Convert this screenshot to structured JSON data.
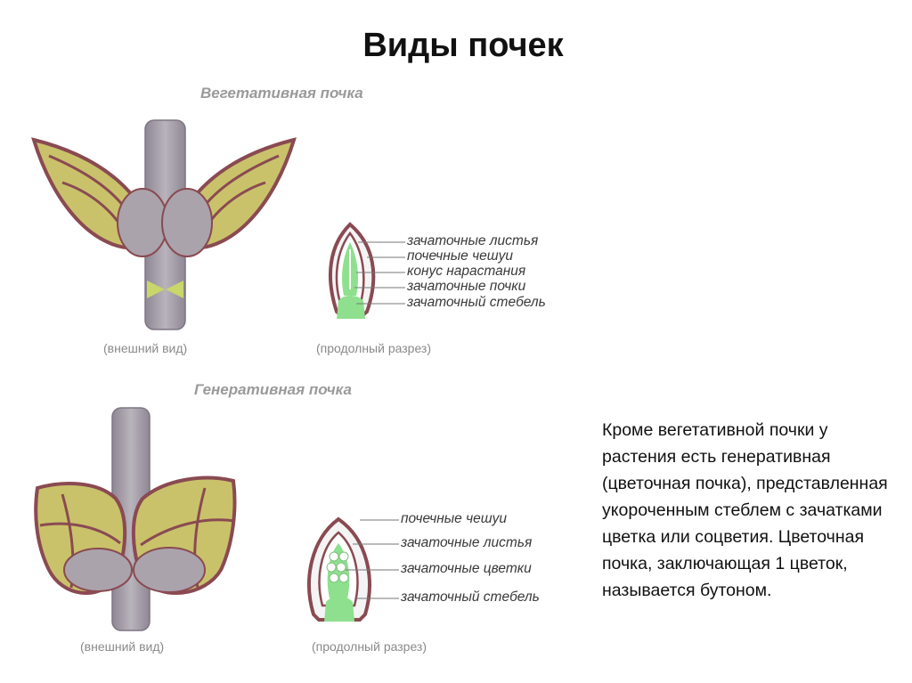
{
  "title": "Виды почек",
  "vegetative": {
    "heading": "Вегетативная почка",
    "caption_outside": "(внешний вид)",
    "caption_section": "(продолный разрез)",
    "labels": [
      "зачаточные листья",
      "почечные чешуи",
      "конус нарастания",
      "зачаточные почки",
      "зачаточный стебель"
    ]
  },
  "generative": {
    "heading": "Генеративная почка",
    "caption_outside": "(внешний вид)",
    "caption_section": "(продолный разрез)",
    "labels": [
      "почечные чешуи",
      "зачаточные листья",
      "зачаточные цветки",
      "зачаточный стебель"
    ]
  },
  "description": "Кроме вегетативной почки у растения есть генеративная (цветочная почка), представленная укороченным стеблем с зачатками цветка или соцветия. Цветочная почка, заключающая 1 цветок, называется бутоном.",
  "colors": {
    "stem": "#aaa3ac",
    "scale_outline": "#8a4a52",
    "leaf_yellow": "#c9c26a",
    "section_green": "#8ee08e"
  }
}
